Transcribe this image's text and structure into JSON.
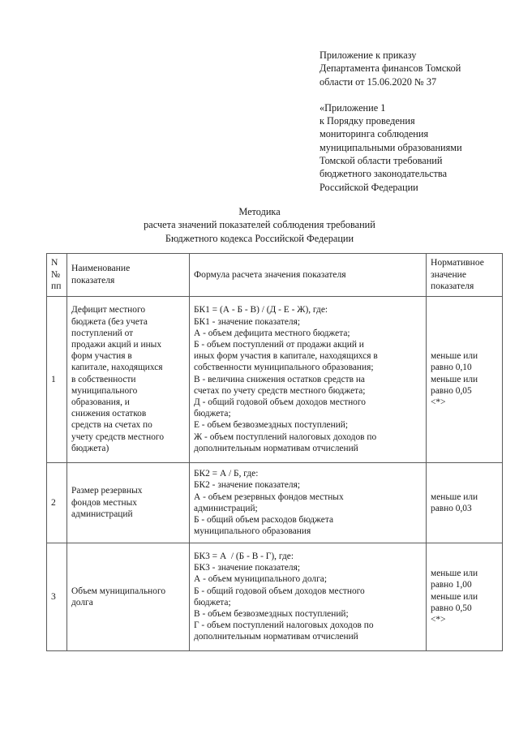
{
  "approval": {
    "order_ref": [
      "Приложение к приказу",
      "Департамента финансов Томской",
      "области от 15.06.2020 № 37"
    ],
    "annex_ref": [
      "«Приложение 1",
      "к Порядку проведения",
      "мониторинга соблюдения",
      "муниципальными образованиями",
      "Томской области требований",
      "бюджетного законодательства",
      "Российской Федерации"
    ]
  },
  "title": {
    "line1": "Методика",
    "line2": "расчета значений показателей соблюдения требований",
    "line3": "Бюджетного кодекса Российской Федерации"
  },
  "table": {
    "headers": {
      "num": [
        "N",
        "№",
        "пп"
      ],
      "name": [
        "Наименование",
        "показателя"
      ],
      "formula": [
        "Формула расчета значения показателя"
      ],
      "norm": [
        "Нормативное",
        "значение",
        "показателя"
      ]
    },
    "rows": [
      {
        "num": "1",
        "name": [
          "Дефицит местного",
          "бюджета (без учета",
          "поступлений от",
          "продажи акций и иных",
          "форм участия в",
          "капитале, находящихся",
          "в собственности",
          "муниципального",
          "образования, и",
          "снижения остатков",
          "средств на счетах по",
          "учету средств местного",
          "бюджета)"
        ],
        "formula": [
          "БК1 = (А - Б - В) / (Д - Е - Ж), где:",
          "БК1 - значение показателя;",
          "А - объем дефицита местного бюджета;",
          "Б - объем поступлений от продажи акций и",
          "иных форм участия в капитале, находящихся в",
          "собственности муниципального образования;",
          "В - величина снижения остатков средств на",
          "счетах по учету средств местного бюджета;",
          "Д - общий годовой объем доходов местного",
          "бюджета;",
          "Е - объем безвозмездных поступлений;",
          "Ж - объем поступлений налоговых доходов по",
          "дополнительным нормативам отчислений"
        ],
        "norm": [
          "меньше или",
          "равно 0,10",
          "меньше или",
          "равно 0,05",
          "<*>"
        ]
      },
      {
        "num": "2",
        "name": [
          "Размер резервных",
          "фондов местных",
          "администраций"
        ],
        "formula": [
          "БК2 = А / Б, где:",
          "БК2 - значение показателя;",
          "А - объем резервных фондов местных",
          "администраций;",
          "Б - общий объем расходов бюджета",
          "муниципального образования"
        ],
        "norm": [
          "меньше или",
          "равно 0,03"
        ]
      },
      {
        "num": "3",
        "name": [
          "Объем муниципального",
          "долга"
        ],
        "formula": [
          "БК3 = А  / (Б - В - Г), где:",
          "БК3 - значение показателя;",
          "А - объем муниципального долга;",
          "Б - общий годовой объем доходов местного",
          "бюджета;",
          "В - объем безвозмездных поступлений;",
          "Г - объем поступлений налоговых доходов по",
          "дополнительным нормативам отчислений"
        ],
        "norm": [
          "меньше или",
          "равно 1,00",
          "меньше или",
          "равно 0,50",
          "<*>"
        ]
      }
    ]
  }
}
